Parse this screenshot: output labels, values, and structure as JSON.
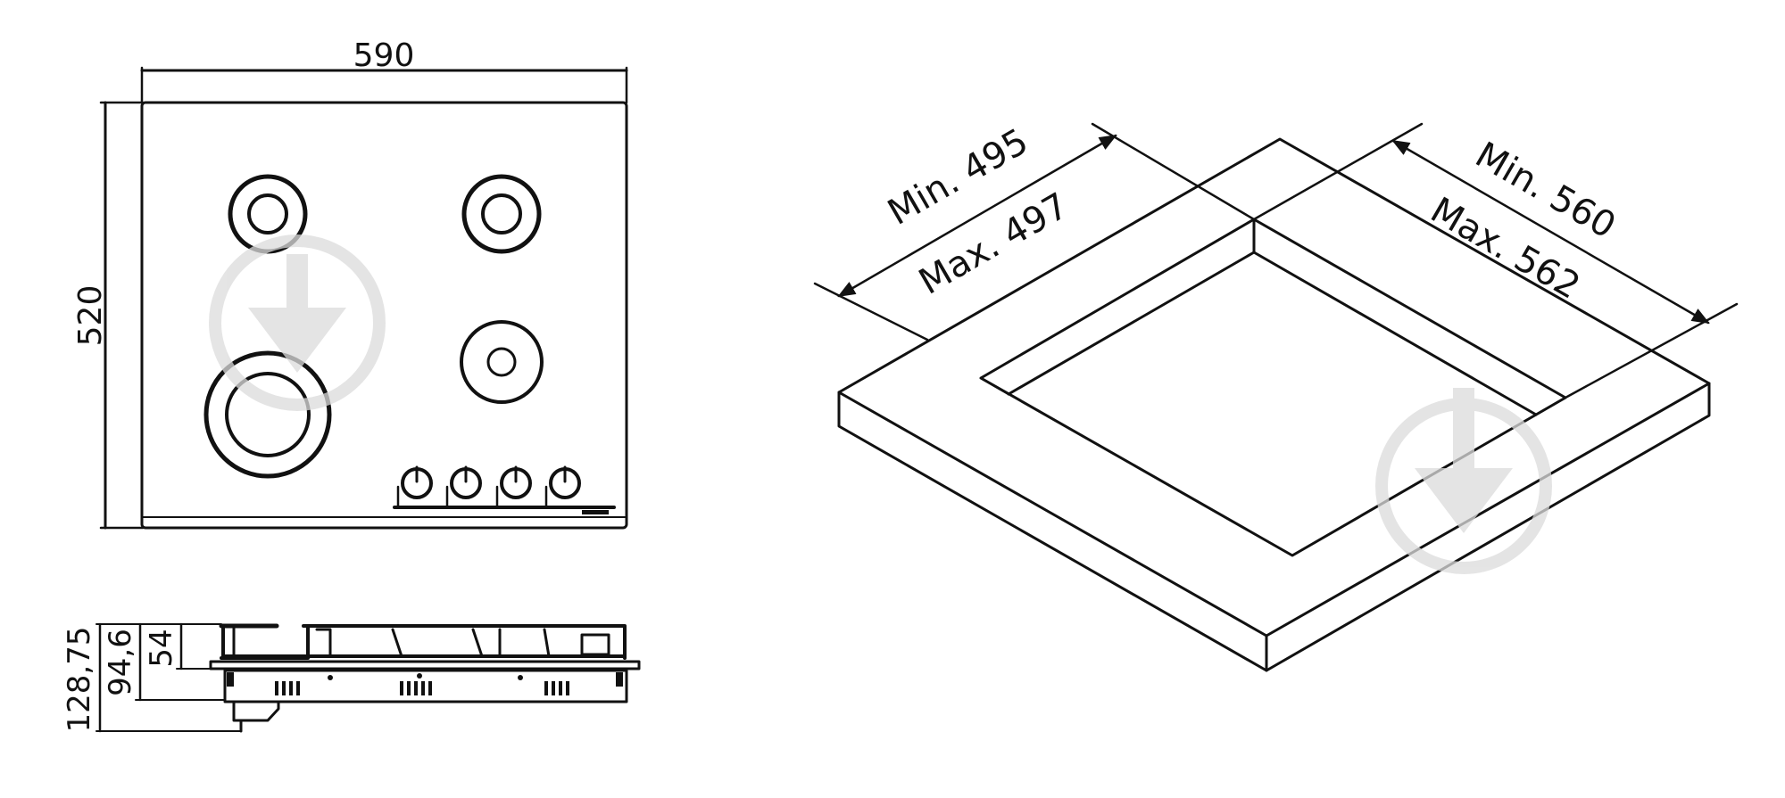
{
  "top_view": {
    "width_label": "590",
    "height_label": "520"
  },
  "side_view": {
    "total_height_label": "128,75",
    "mid_height_label": "94,6",
    "top_height_label": "54"
  },
  "cutout": {
    "depth_min_label": "Min. 495",
    "depth_max_label": "Max. 497",
    "width_min_label": "Min. 560",
    "width_max_label": "Max. 562"
  },
  "colors": {
    "line": "#111111",
    "watermark": "#dcdcdc"
  },
  "icons": [
    "watermark-logo-icon",
    "arrow-head-icon"
  ]
}
